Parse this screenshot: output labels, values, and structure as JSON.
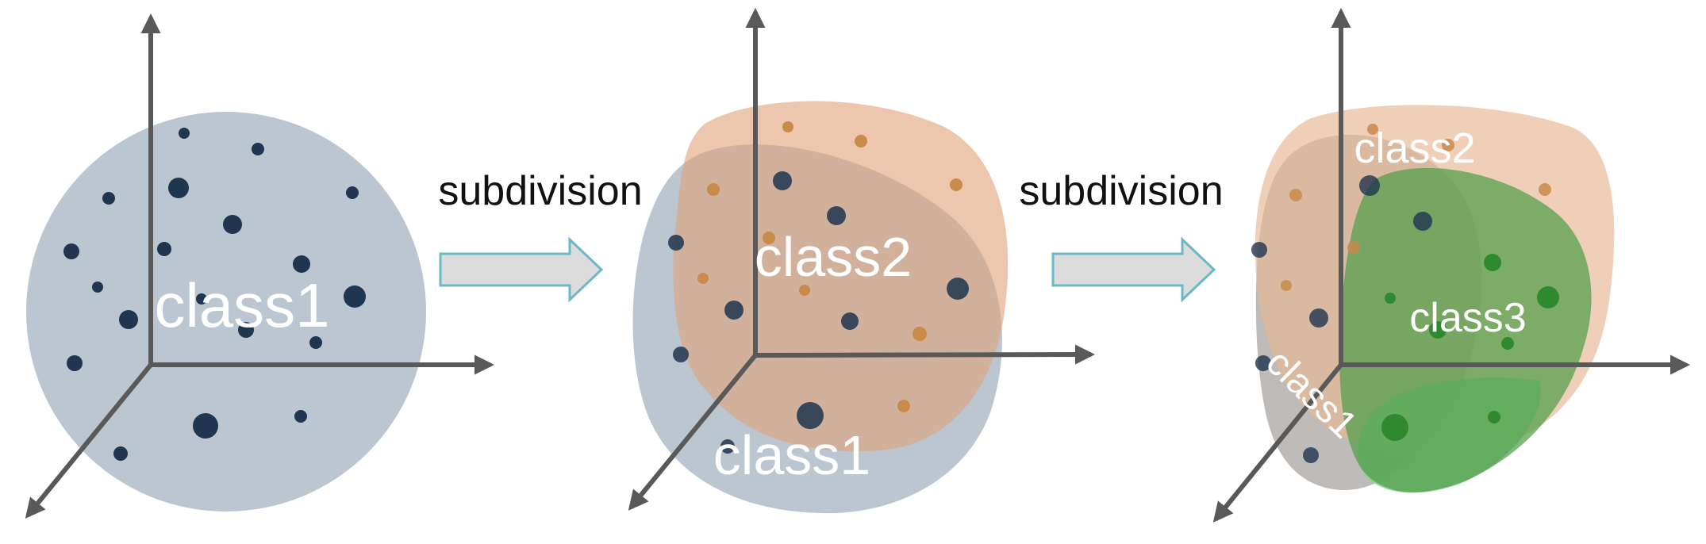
{
  "colors": {
    "axis": "#595959",
    "class1_fill": "#aab8c6",
    "class1_fill_panel3": "#a8a4a0",
    "class2_fill": "#e8b896",
    "class3_fill": "#4f9e4a",
    "class3_light": "#8fd08f",
    "point_class1": "#1f3550",
    "point_class2": "#c98a4a",
    "point_class3": "#2f8a2f",
    "arrow_fill": "#dcdcdc",
    "arrow_stroke": "#6cb8c4",
    "label_text": "#ffffff",
    "flow_text": "#111111"
  },
  "panels": [
    {
      "id": "panel-1",
      "regions": [
        "class1"
      ],
      "labels": {
        "class1": "class1"
      }
    },
    {
      "id": "panel-2",
      "regions": [
        "class1",
        "class2"
      ],
      "labels": {
        "class1": "class1",
        "class2": "class2"
      }
    },
    {
      "id": "panel-3",
      "regions": [
        "class1",
        "class2",
        "class3"
      ],
      "labels": {
        "class1": "class1",
        "class2": "class2",
        "class3": "class3"
      }
    }
  ],
  "transitions": [
    {
      "label": "subdivision",
      "shape": "right-arrow"
    },
    {
      "label": "subdivision",
      "shape": "right-arrow"
    }
  ]
}
